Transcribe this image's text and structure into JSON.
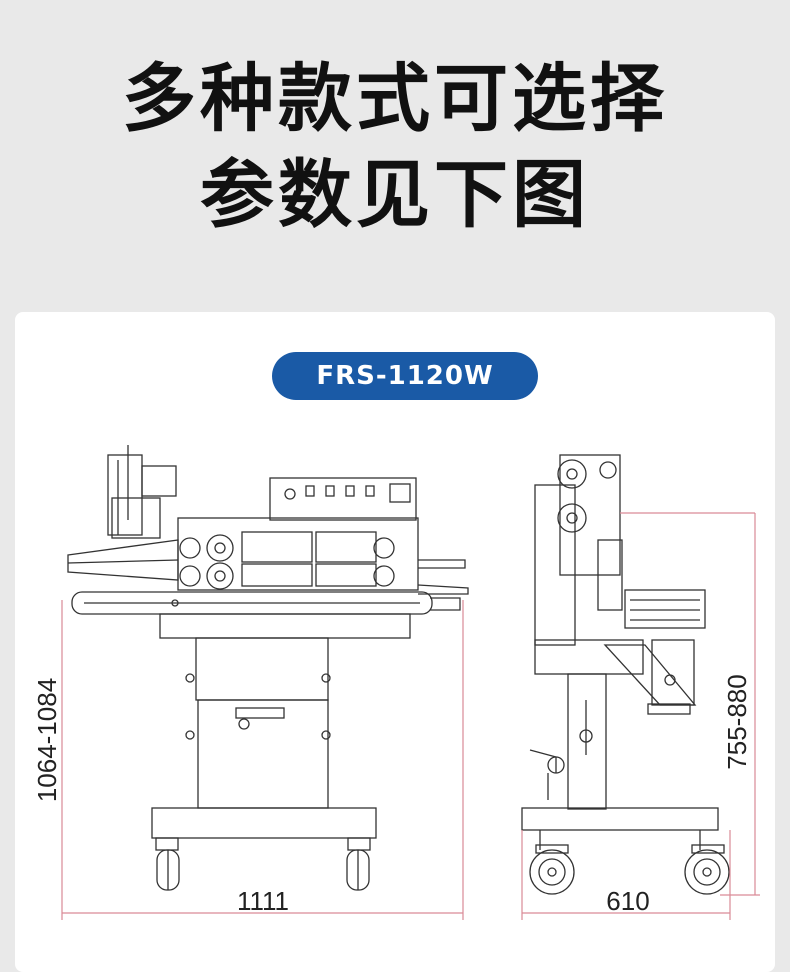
{
  "headline": {
    "line1": "多种款式可选择",
    "line2": "参数见下图"
  },
  "model_badge": "FRS-1120W",
  "dimensions": {
    "front_height": "1064-1084",
    "front_width": "1111",
    "side_height": "755-880",
    "side_width": "610"
  },
  "colors": {
    "badge": "#1a5aa6",
    "dimension_line": "#d98a96",
    "drawing_line": "#333333"
  }
}
